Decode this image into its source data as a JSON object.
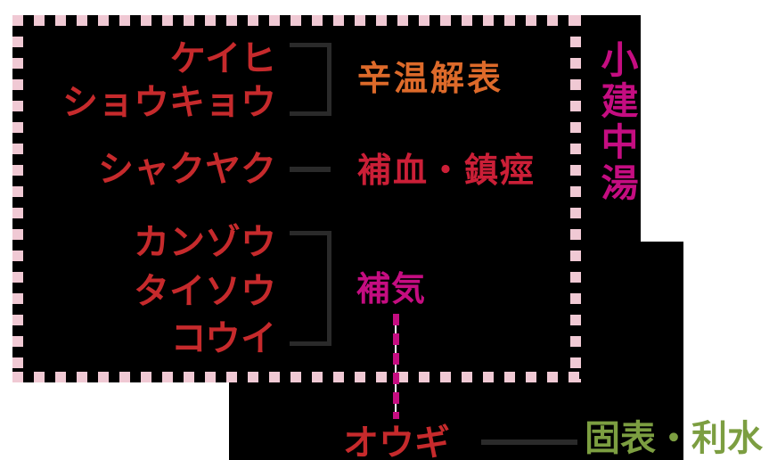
{
  "formula": {
    "name": "小建中湯"
  },
  "groups": [
    {
      "ingredients": [
        "ケイヒ",
        "ショウキョウ"
      ],
      "effect": "辛温解表"
    },
    {
      "ingredients": [
        "シャクヤク"
      ],
      "effect": "補血・鎮痙"
    },
    {
      "ingredients": [
        "カンゾウ",
        "タイソウ",
        "コウイ"
      ],
      "effect": "補気"
    }
  ],
  "addition": {
    "ingredient": "オウギ",
    "effect": "固表・利水"
  },
  "colors": {
    "ingredient-red": "#c62a2c",
    "effect-orange": "#dd6a2a",
    "effect-crimson": "#cb1f37",
    "magenta": "#c50d81",
    "effect-green": "#7c9e41",
    "border-pink": "#f0c9d4",
    "panel-black": "#000000",
    "connector-gray": "#2a2a2a"
  }
}
